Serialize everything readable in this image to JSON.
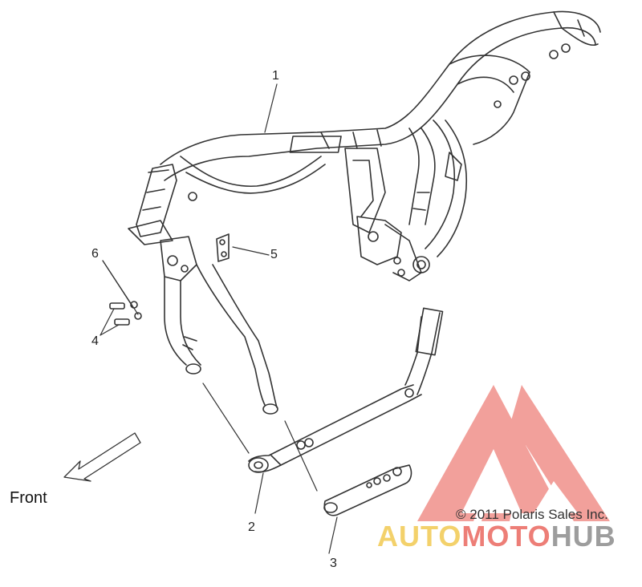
{
  "callouts": {
    "frame": "1",
    "front_crossmember": "2",
    "lower_crossmember": "3",
    "bolt": "4",
    "bracket": "5",
    "nut": "6"
  },
  "front_label": "Front",
  "copyright": "© 2011 Polaris Sales Inc.",
  "watermark": {
    "part1": "AUTO",
    "part2": "MOTO",
    "part3": "HUB"
  },
  "colors": {
    "line": "#333333",
    "watermark_red": "#e8534a",
    "watermark_yellow": "#f0c23a",
    "watermark_gray": "#8c8c8c"
  }
}
